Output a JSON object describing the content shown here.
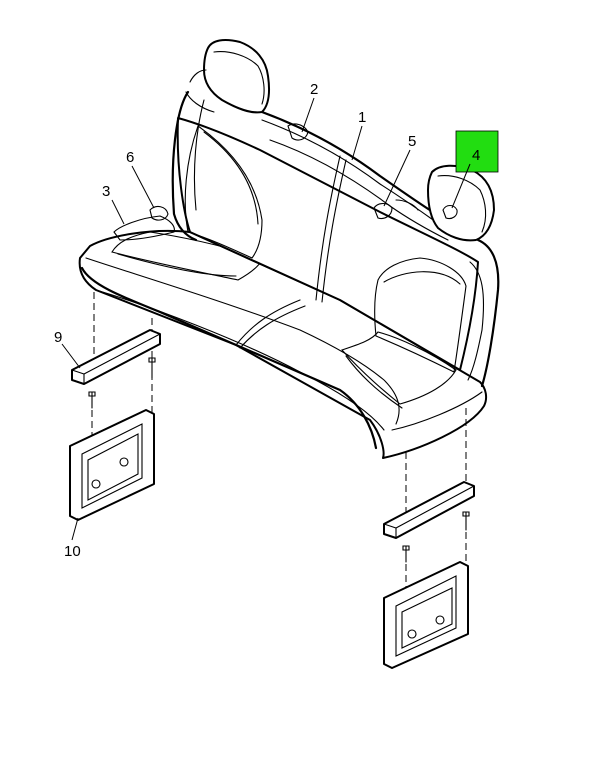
{
  "diagram": {
    "highlight_color": "#22dd11",
    "callouts": [
      {
        "id": "1",
        "label": "1"
      },
      {
        "id": "2",
        "label": "2"
      },
      {
        "id": "3",
        "label": "3"
      },
      {
        "id": "4",
        "label": "4"
      },
      {
        "id": "5",
        "label": "5"
      },
      {
        "id": "6",
        "label": "6"
      },
      {
        "id": "9",
        "label": "9"
      },
      {
        "id": "10",
        "label": "10"
      }
    ]
  }
}
